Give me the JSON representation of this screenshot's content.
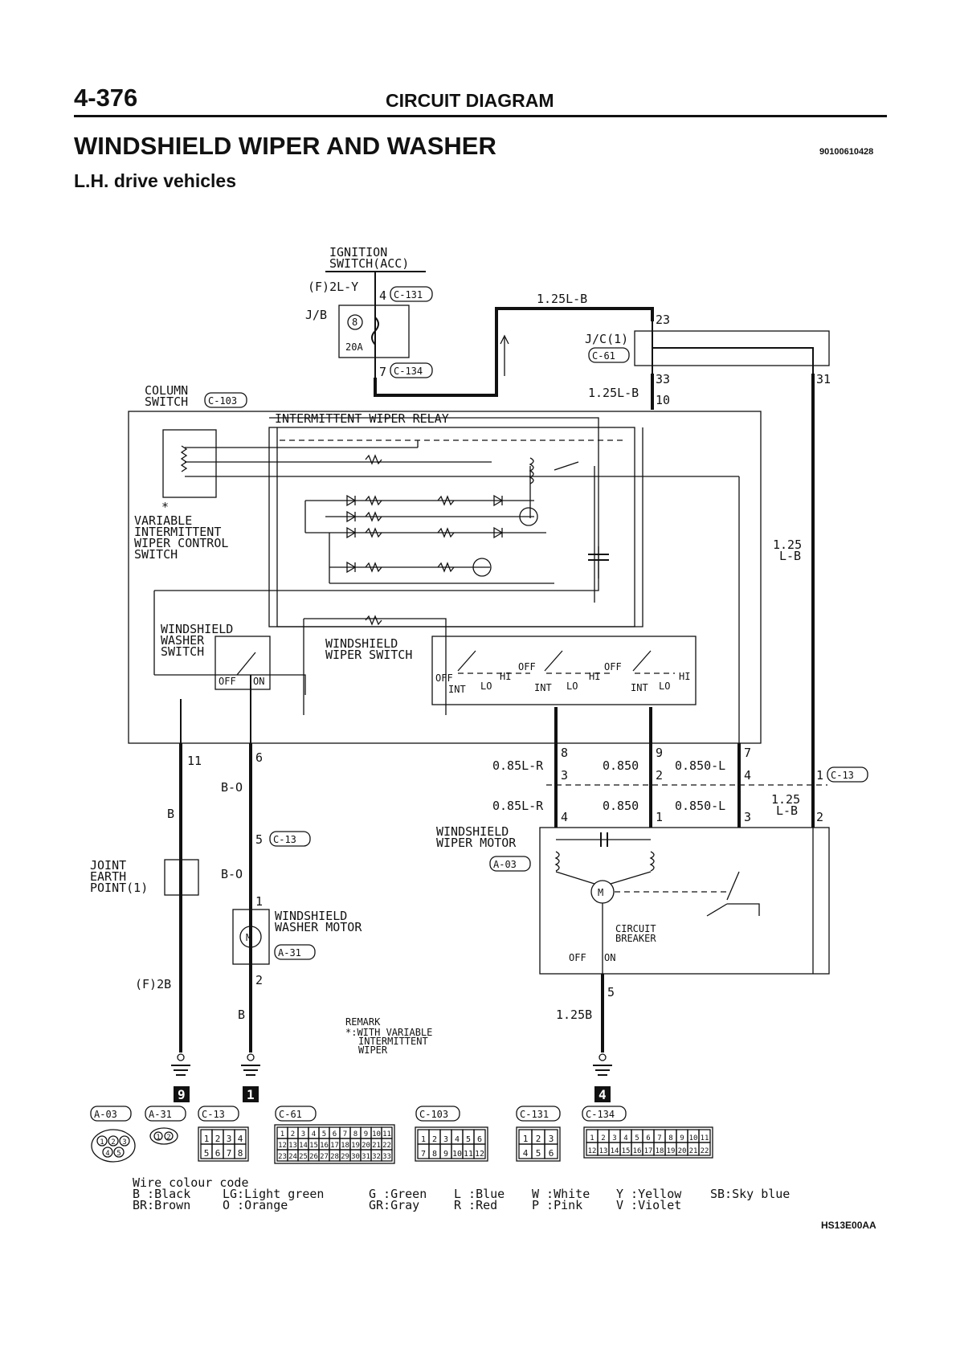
{
  "header": {
    "page_number": "4-376",
    "section": "CIRCUIT DIAGRAM",
    "title": "WINDSHIELD WIPER AND WASHER",
    "doc_code": "90100610428",
    "subtitle": "L.H. drive vehicles",
    "figure_code": "HS13E00AA"
  },
  "components": {
    "ignition_l1": "IGNITION",
    "ignition_l2": "SWITCH(ACC)",
    "jb": "J/B",
    "fuse_num": "8",
    "fuse_rating": "20A",
    "jc": "J/C(1)",
    "column_l1": "COLUMN",
    "column_l2": "SWITCH",
    "relay": "INTERMITTENT WIPER RELAY",
    "var_star": "*",
    "var_l1": "VARIABLE",
    "var_l2": "INTERMITTENT",
    "var_l3": "WIPER CONTROL",
    "var_l4": "SWITCH",
    "washer_sw_l1": "WINDSHIELD",
    "washer_sw_l2": "WASHER",
    "washer_sw_l3": "SWITCH",
    "wiper_sw_l1": "WINDSHIELD",
    "wiper_sw_l2": "WIPER SWITCH",
    "motor_l1": "WINDSHIELD",
    "motor_l2": "WIPER MOTOR",
    "washer_motor_l1": "WINDSHIELD",
    "washer_motor_l2": "WASHER MOTOR",
    "joint_l1": "JOINT",
    "joint_l2": "EARTH",
    "joint_l3": "POINT(1)",
    "breaker_l1": "CIRCUIT",
    "breaker_l2": "BREAKER"
  },
  "switch_positions": {
    "off": "OFF",
    "on": "ON",
    "int": "INT",
    "lo": "LO",
    "hi": "HI"
  },
  "connectors": {
    "c131": "C-131",
    "c134": "C-134",
    "c61": "C-61",
    "c103": "C-103",
    "c13": "C-13",
    "a03": "A-03",
    "a31": "A-31"
  },
  "wires": {
    "f2ly": "(F)2L-Y",
    "w125lb_top": "1.25L-B",
    "w125lb_mid": "1.25L-B",
    "w125_a": "1.25",
    "lb_a": "L-B",
    "w125_b": "1.25",
    "lb_b": "L-B",
    "b_left": "B",
    "bo_1": "B-O",
    "bo_2": "B-O",
    "f2b": "(F)2B",
    "b_bottom": "B",
    "w125b": "1.25B",
    "w085lr_1": "0.85L-R",
    "w085lr_2": "0.85L-R",
    "w085o_1": "0.850",
    "w085o_2": "0.850",
    "w085ol_1": "0.850-L",
    "w085ol_2": "0.850-L"
  },
  "pins": {
    "p4": "4",
    "p7": "7",
    "p23": "23",
    "p33": "33",
    "p10": "10",
    "p31": "31",
    "p11": "11",
    "p6": "6",
    "p5": "5",
    "p1": "1",
    "p2": "2",
    "p8": "8",
    "p3": "3",
    "p9": "9",
    "p2b": "2",
    "p7b": "7",
    "p4b": "4",
    "p4c": "4",
    "p1c": "1",
    "p3c": "3",
    "p2c": "2",
    "p1d": "1",
    "p5b": "5"
  },
  "earth_points": [
    "9",
    "1",
    "4"
  ],
  "remark": {
    "title": "REMARK",
    "l1": "*:WITH VARIABLE",
    "l2": "INTERMITTENT",
    "l3": "WIPER"
  },
  "connector_faces": {
    "a31_pins": [
      "1",
      "2"
    ],
    "a03_pins": [
      "1",
      "2",
      "3",
      "4",
      "5"
    ],
    "c13": [
      "1",
      "2",
      "3",
      "4",
      "5",
      "6",
      "7",
      "8"
    ],
    "c61": [
      "1",
      "2",
      "3",
      "4",
      "5",
      "6",
      "7",
      "8",
      "9",
      "10",
      "11",
      "12",
      "13",
      "14",
      "15",
      "16",
      "17",
      "18",
      "19",
      "20",
      "21",
      "22",
      "23",
      "24",
      "25",
      "26",
      "27",
      "28",
      "29",
      "30",
      "31",
      "32",
      "33"
    ],
    "c103": [
      "1",
      "2",
      "3",
      "4",
      "5",
      "6",
      "7",
      "8",
      "9",
      "10",
      "11",
      "12"
    ],
    "c131": [
      "1",
      "2",
      "3",
      "4",
      "5",
      "6"
    ],
    "c134": [
      "1",
      "2",
      "3",
      "4",
      "5",
      "6",
      "7",
      "8",
      "9",
      "10",
      "11",
      "12",
      "13",
      "14",
      "15",
      "16",
      "17",
      "18",
      "19",
      "20",
      "21",
      "22"
    ]
  },
  "legend": {
    "heading": "Wire colour code",
    "row1": [
      "B :Black",
      "LG:Light green",
      "G :Green",
      "L :Blue",
      "W :White",
      "Y :Yellow",
      "SB:Sky blue"
    ],
    "row2": [
      "BR:Brown",
      "O :Orange",
      "GR:Gray",
      "R :Red",
      "P :Pink",
      "V :Violet",
      ""
    ]
  }
}
